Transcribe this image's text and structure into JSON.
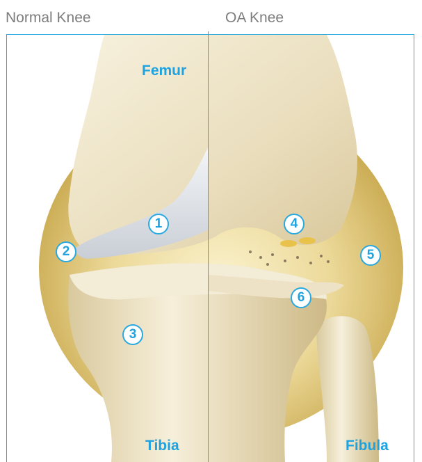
{
  "headings": {
    "normal": "Normal Knee",
    "oa": "OA Knee"
  },
  "labels": {
    "femur": "Femur",
    "tibia": "Tibia",
    "fibula": "Fibula"
  },
  "markers": [
    "1",
    "2",
    "3",
    "4",
    "5",
    "6"
  ],
  "colors": {
    "accent": "#29a9e0",
    "capsule": "#d9c27a",
    "bone": "#efe6cc",
    "cartilage": "#dfe3e8"
  }
}
